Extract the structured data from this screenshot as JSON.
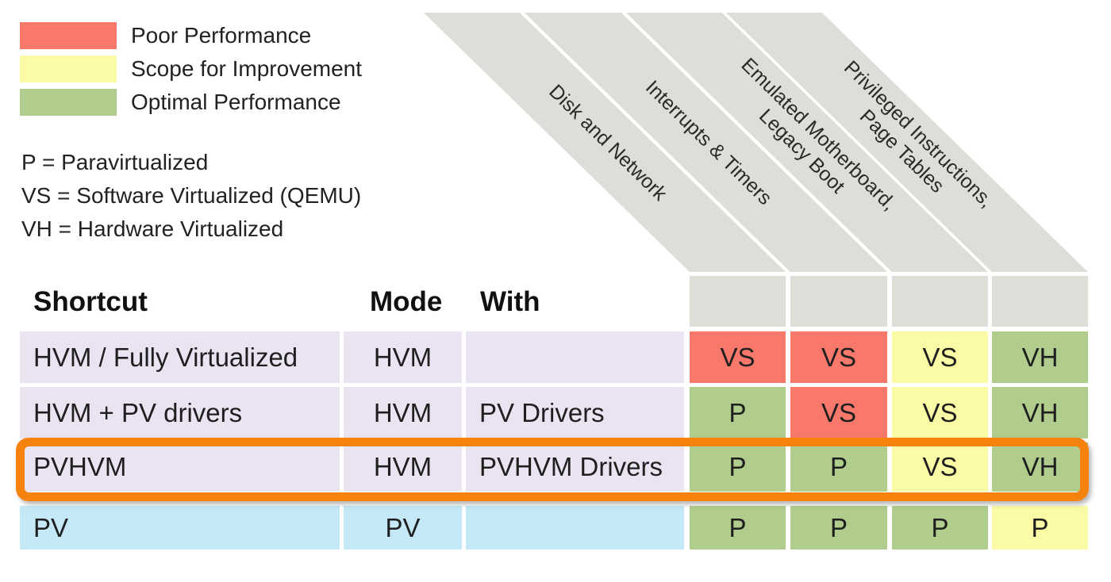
{
  "colors": {
    "poor": "#F8796C",
    "improve": "#FBFAA5",
    "optimal": "#B1CD8D",
    "band_gray": "#DEDED8",
    "row_lavender": "#EAE4F2",
    "row_blue": "#C4E8F6",
    "highlight_orange": "#F5820D"
  },
  "legend": {
    "items": [
      {
        "label": "Poor Performance",
        "status": "poor"
      },
      {
        "label": "Scope for Improvement",
        "status": "improve"
      },
      {
        "label": "Optimal Performance",
        "status": "optimal"
      }
    ]
  },
  "abbreviations": {
    "lines": [
      "P = Paravirtualized",
      "VS = Software Virtualized (QEMU)",
      "VH = Hardware Virtualized"
    ]
  },
  "matrix": {
    "headers": {
      "shortcut": "Shortcut",
      "mode": "Mode",
      "with": "With"
    },
    "diagonal_columns": [
      {
        "lines": [
          "Disk and Network"
        ]
      },
      {
        "lines": [
          "Interrupts & Timers"
        ]
      },
      {
        "lines": [
          "Emulated Motherboard,",
          "Legacy Boot"
        ]
      },
      {
        "lines": [
          "Privileged Instructions,",
          "Page Tables"
        ]
      }
    ],
    "rows": [
      {
        "shortcut": "HVM / Fully Virtualized",
        "mode": "HVM",
        "with": "",
        "row_color": "#EAE4F2",
        "highlighted": false,
        "cells": [
          {
            "value": "VS",
            "status": "poor",
            "color": "#F8796C"
          },
          {
            "value": "VS",
            "status": "poor",
            "color": "#F8796C"
          },
          {
            "value": "VS",
            "status": "improve",
            "color": "#FBFAA5"
          },
          {
            "value": "VH",
            "status": "optimal",
            "color": "#B1CD8D"
          }
        ]
      },
      {
        "shortcut": "HVM + PV drivers",
        "mode": "HVM",
        "with": "PV Drivers",
        "row_color": "#EAE4F2",
        "highlighted": false,
        "cells": [
          {
            "value": "P",
            "status": "optimal",
            "color": "#B1CD8D"
          },
          {
            "value": "VS",
            "status": "poor",
            "color": "#F8796C"
          },
          {
            "value": "VS",
            "status": "improve",
            "color": "#FBFAA5"
          },
          {
            "value": "VH",
            "status": "optimal",
            "color": "#B1CD8D"
          }
        ]
      },
      {
        "shortcut": "PVHVM",
        "mode": "HVM",
        "with": "PVHVM Drivers",
        "row_color": "#EAE4F2",
        "highlighted": true,
        "cells": [
          {
            "value": "P",
            "status": "optimal",
            "color": "#B1CD8D"
          },
          {
            "value": "P",
            "status": "optimal",
            "color": "#B1CD8D"
          },
          {
            "value": "VS",
            "status": "improve",
            "color": "#FBFAA5"
          },
          {
            "value": "VH",
            "status": "optimal",
            "color": "#B1CD8D"
          }
        ]
      },
      {
        "shortcut": "PV",
        "mode": "PV",
        "with": "",
        "row_color": "#C4E8F6",
        "highlighted": false,
        "cells": [
          {
            "value": "P",
            "status": "optimal",
            "color": "#B1CD8D"
          },
          {
            "value": "P",
            "status": "optimal",
            "color": "#B1CD8D"
          },
          {
            "value": "P",
            "status": "optimal",
            "color": "#B1CD8D"
          },
          {
            "value": "P",
            "status": "improve",
            "color": "#FBFAA5"
          }
        ]
      }
    ]
  }
}
